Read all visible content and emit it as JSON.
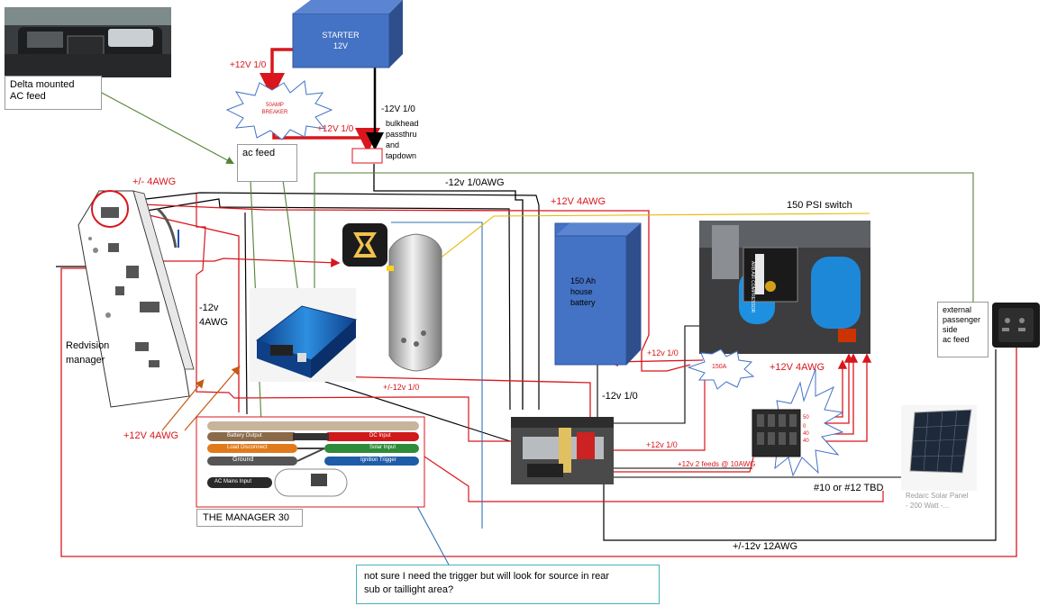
{
  "components": {
    "starter": {
      "line1": "STARTER",
      "line2": "12V"
    },
    "breaker": {
      "line1": "50AMP",
      "line2": "BREAKER"
    },
    "battery": {
      "line1": "150 Ah",
      "line2": "house",
      "line3": "battery"
    },
    "fuse150": "150A",
    "ac_feed": "ac feed",
    "delta": {
      "line1": "Delta mounted",
      "line2": "AC feed"
    },
    "external_feed": {
      "line1": "external",
      "line2": "passenger",
      "line3": "side",
      "line4": "ac feed"
    },
    "redvision": {
      "line1": "Redvision",
      "line2": "manager"
    },
    "bulkhead": {
      "line1": "bulkhead",
      "line2": "passthru",
      "line3": "and",
      "line4": "tapdown"
    },
    "manager30_caption": "THE MANAGER 30",
    "manager30": {
      "battery_output": "Battery Output",
      "load_disconnect": "Load Disconnect",
      "ground": "Ground",
      "dc_input": "DC Input",
      "solar_input": "Solar Input",
      "ignition_trigger": "Ignition Trigger",
      "ac_mains_input": "AC Mains Input"
    },
    "compressor_brand": "ARB AIR COMPRESSOR",
    "psi_switch": "150 PSI switch",
    "solar_caption": {
      "line1": "Redarc Solar Panel",
      "line2": "- 200 Watt -..."
    },
    "wire_size_note": "#10 or #12 TBD",
    "switch_panel_labels": [
      "50",
      "0",
      "40",
      "40"
    ]
  },
  "wire_labels": {
    "starter_breaker": "+12V 1/0",
    "breaker_bulkhead": "+12V 1/0",
    "neg_bulkhead": "-12V 1/0",
    "pm4awg": "+/- 4AWG",
    "neg_1_0awg": "-12v 1/0AWG",
    "pos_4awg_top": "+12V 4AWG",
    "neg_4awg": "-12v\n4AWG",
    "pos_4awg_left": "+12V 4AWG",
    "inverter": "+/-12v 1/0",
    "bus_neg": "-12v 1/0",
    "bus_pos": "+12v 1/0",
    "battery_pos": "+12v 1/0",
    "pos_4awg_right": "+12V 4AWG",
    "two_feeds": "+12v 2 feeds @ 10AWG",
    "pm12awg": "+/-12v 12AWG"
  },
  "note": {
    "line1": "not sure I need the trigger but will look for source in rear",
    "line2": "sub or taillight area?"
  }
}
